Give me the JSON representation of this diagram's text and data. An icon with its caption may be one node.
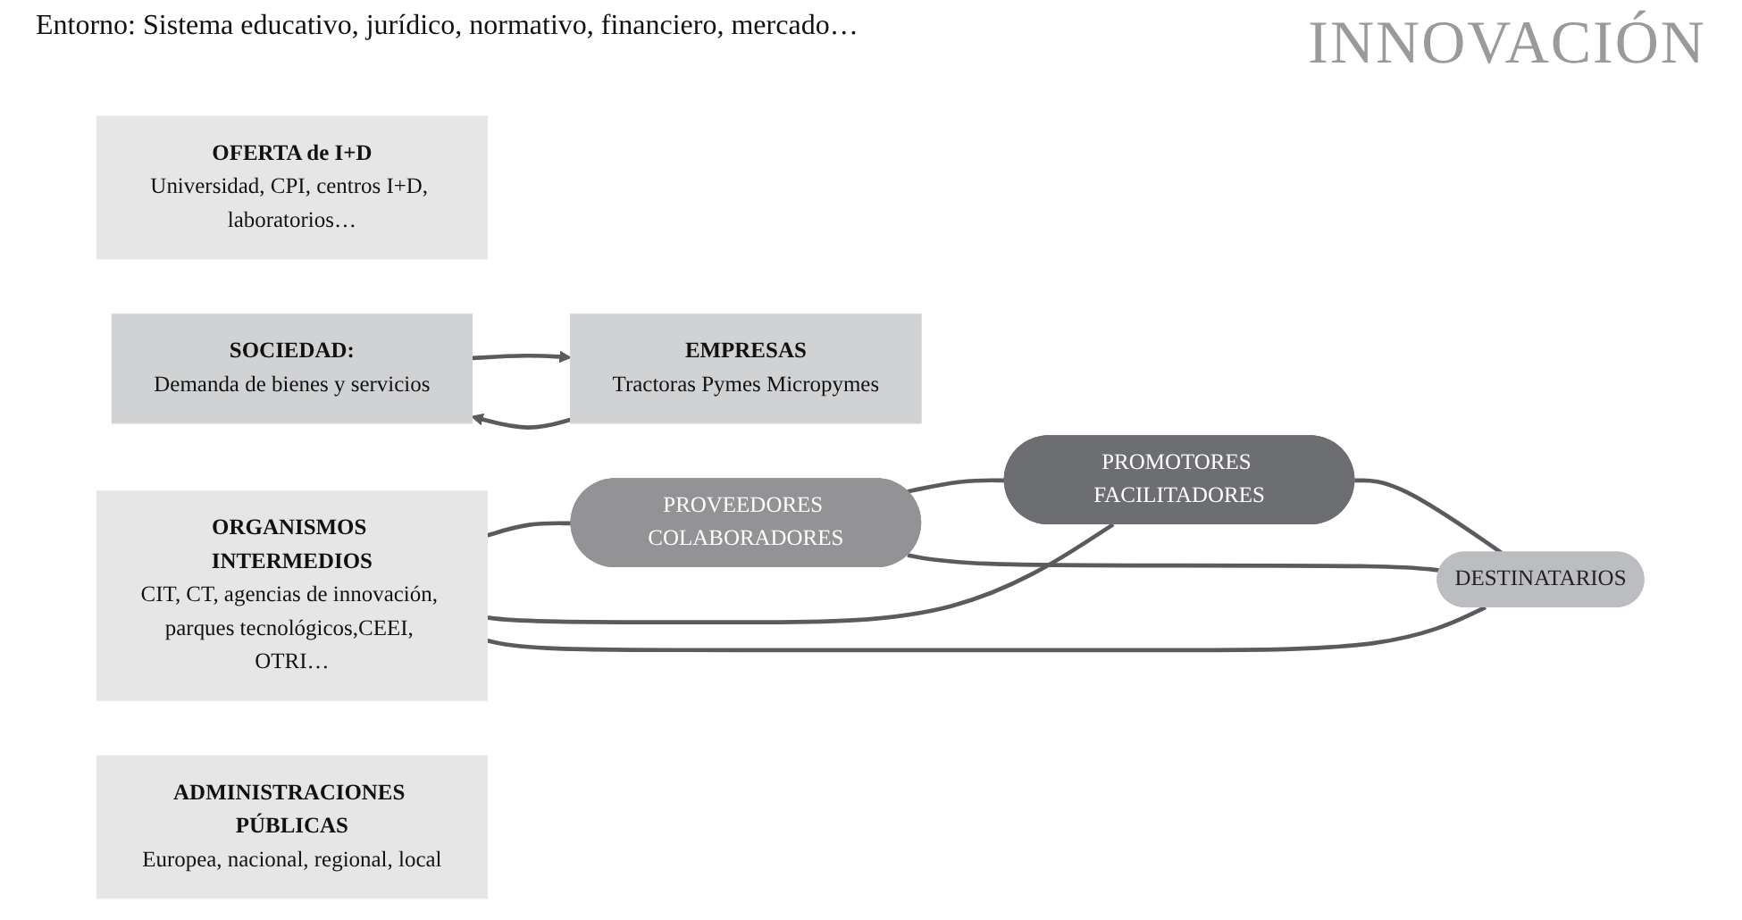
{
  "diagram": {
    "nodes": [
      {
        "text": [
          "OFERTA de I+D",
          "Universidad, CPI, centros I+D, laboratorios…"
        ]
      },
      {
        "text": [
          "PROVEEDORES COLABORADORES"
        ]
      },
      {
        "text": [
          "SOCIEDAD:",
          "Demanda de bienes y servicios"
        ]
      },
      {
        "text": [
          "ORGANISMOS INTERMEDIOS",
          "CIT, CT, agencias de innovación, parques tecnológicos,CEEI, OTRI…"
        ]
      },
      {
        "text": [
          "PROMOTORES FACILITADORES"
        ]
      },
      {
        "text": [
          "DESTINATARIOS"
        ]
      },
      {
        "text": [
          "ADMINISTRACIONES PÚBLICAS",
          "Europea, nacional, regional, local"
        ]
      },
      {
        "text": [
          "EMPRESAS",
          "Tractoras Pymes Micropymes"
        ]
      }
    ],
    "edges": [
      {
        "from": 2,
        "to": 7,
        "arrow": "to"
      },
      {
        "from": 7,
        "to": 2,
        "arrow": "to"
      },
      {
        "from": 3,
        "to": 1,
        "arrow": "none"
      },
      {
        "from": 3,
        "to": 4,
        "arrow": "none"
      },
      {
        "from": 3,
        "to": 5,
        "arrow": "none"
      },
      {
        "from": 1,
        "to": 4,
        "arrow": "none"
      },
      {
        "from": 1,
        "to": 5,
        "arrow": "none"
      },
      {
        "from": 4,
        "to": 5,
        "arrow": "none"
      }
    ],
    "labels": [
      "Entorno: Sistema educativo, jurídico, normativo, financiero, mercado…",
      "INNOVACIÓN"
    ]
  }
}
